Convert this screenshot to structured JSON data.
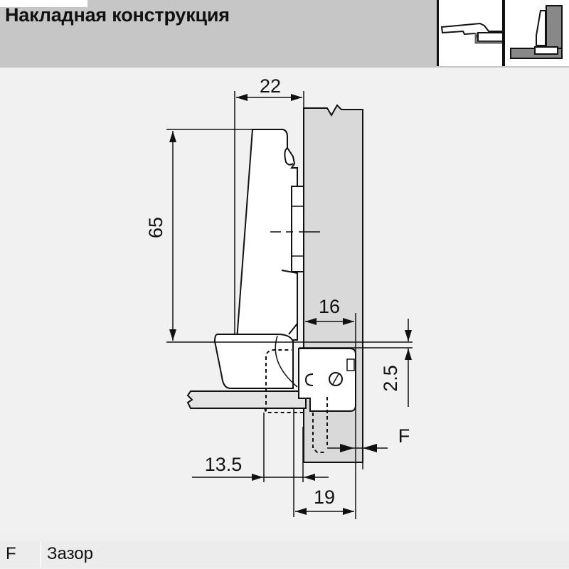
{
  "header": {
    "title": "Накладная конструкция",
    "thumbnails": [
      {
        "name": "overlay-hinge-open-view",
        "icon": "hinge-side-icon"
      },
      {
        "name": "overlay-hinge-cabinet-view",
        "icon": "hinge-cabinet-icon"
      }
    ]
  },
  "drawing": {
    "dimensions": {
      "cup_offset": "22",
      "height": "65",
      "plate_width": "16",
      "plate_gap": "2.5",
      "gap_symbol": "F",
      "edge_distance": "13.5",
      "side_thickness": "19"
    },
    "colors": {
      "panel": "#d9d9d9",
      "line": "#111111",
      "background": "#f1f1f1",
      "header": "#c6c6c6"
    }
  },
  "legend": {
    "items": [
      {
        "key": "F",
        "description": "Зазор"
      }
    ]
  }
}
